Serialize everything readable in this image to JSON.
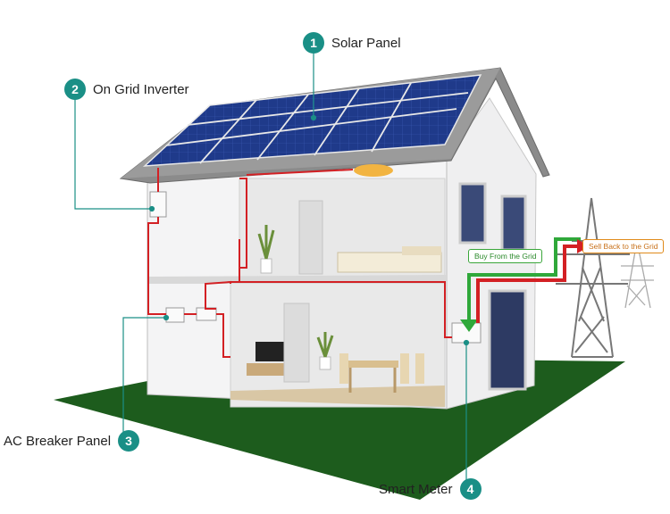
{
  "callouts": [
    {
      "number": "1",
      "label": "Solar Panel"
    },
    {
      "number": "2",
      "label": "On Grid Inverter"
    },
    {
      "number": "3",
      "label": "AC Breaker Panel"
    },
    {
      "number": "4",
      "label": "Smart Meter"
    }
  ],
  "flow_tags": {
    "buy": "Buy From the Grid",
    "sell": "Sell Back to the Grid"
  },
  "colors": {
    "accent": "#1a8f86",
    "wire": "#d32024",
    "buy_arrow": "#2fa83a",
    "sell_arrow": "#d32024",
    "lawn": "#1d5c1d",
    "panel": "#1f3a8a",
    "roof": "#8b8b8b"
  }
}
